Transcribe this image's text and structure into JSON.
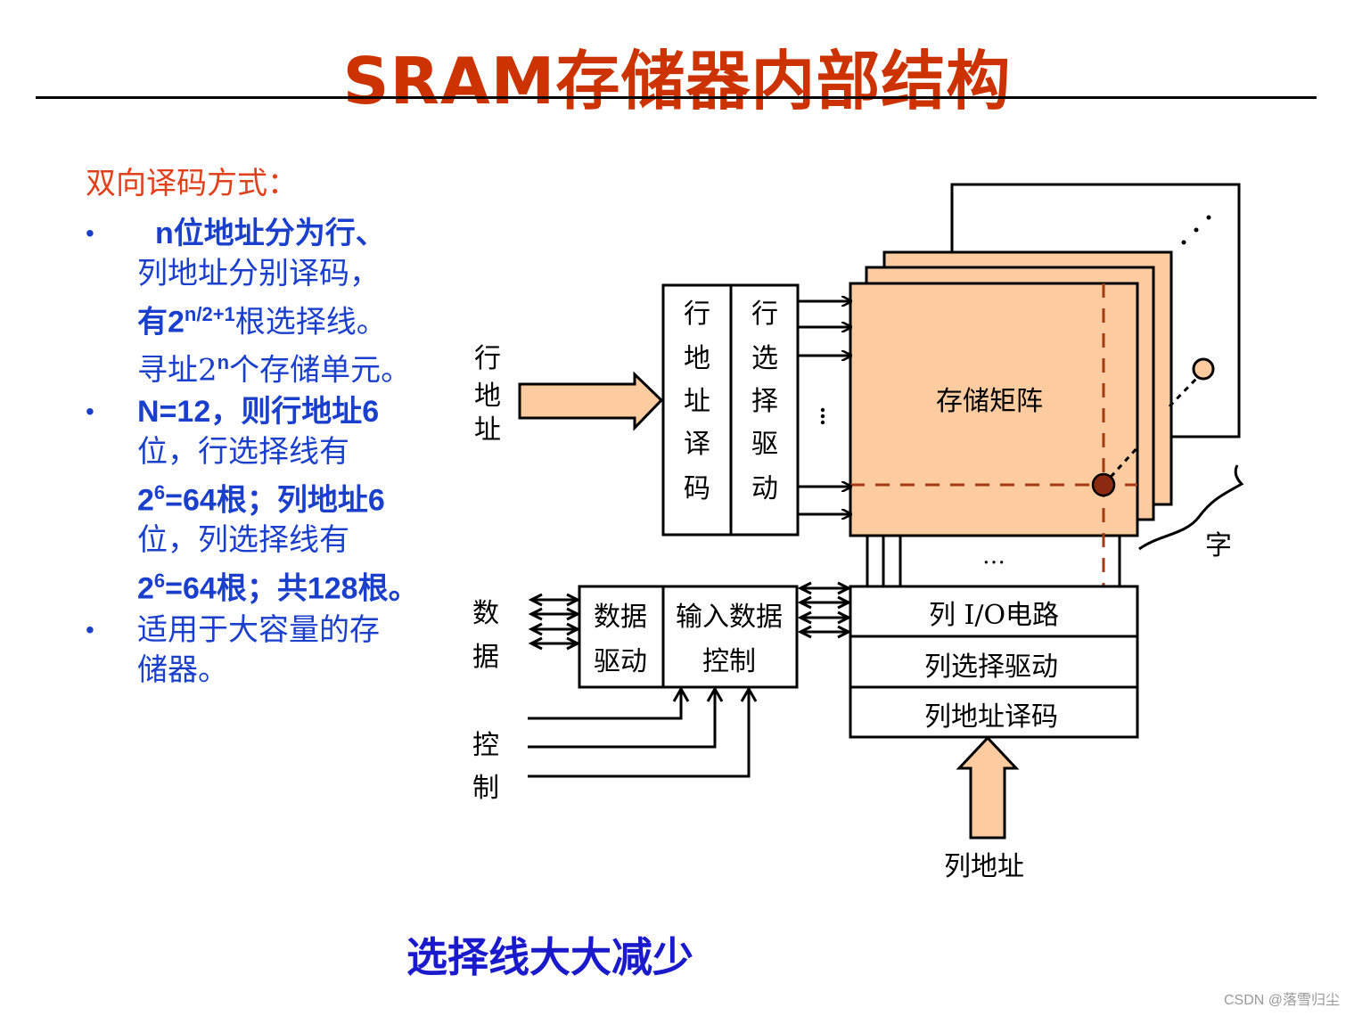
{
  "title": "SRAM存储器内部结构",
  "left": {
    "heading": "双向译码方式：",
    "bullets": [
      {
        "lines": [
          "n位地址分为行、",
          "列地址分别译码，",
          "有2",
          "n/2+1",
          "根选择线。",
          "寻址2",
          "n",
          "个存储单元。"
        ]
      },
      {
        "lines": [
          "N=12，则行地址6",
          "位，行选择线有",
          "2",
          "6",
          "=64根；列地址6",
          "位，列选择线有",
          "2",
          "6",
          "=64根；共128根。"
        ]
      },
      {
        "lines": [
          "适用于大容量的存",
          "储器。"
        ]
      }
    ]
  },
  "diagram": {
    "row_address_label": "行地址",
    "row_decoder": "行地址译码",
    "row_driver": "行选择驱动",
    "matrix": "存储矩阵",
    "word_label": "字",
    "data_label": "数据",
    "data_driver": [
      "数据",
      "驱动"
    ],
    "input_control": [
      "输入数据",
      "控制"
    ],
    "control_label": "控制",
    "col_io": "列  I/O电路",
    "col_driver": "列选择驱动",
    "col_decoder": "列地址译码",
    "col_address_label": "列地址",
    "ellipsis": "…",
    "colors": {
      "matrix_fill": "#fccba0",
      "arrow_fill": "#fccba0",
      "dashed": "#a33a14",
      "cell_fill": "#8b2a10"
    }
  },
  "footer": "选择线大大减少",
  "watermark": "CSDN @落雪归尘"
}
